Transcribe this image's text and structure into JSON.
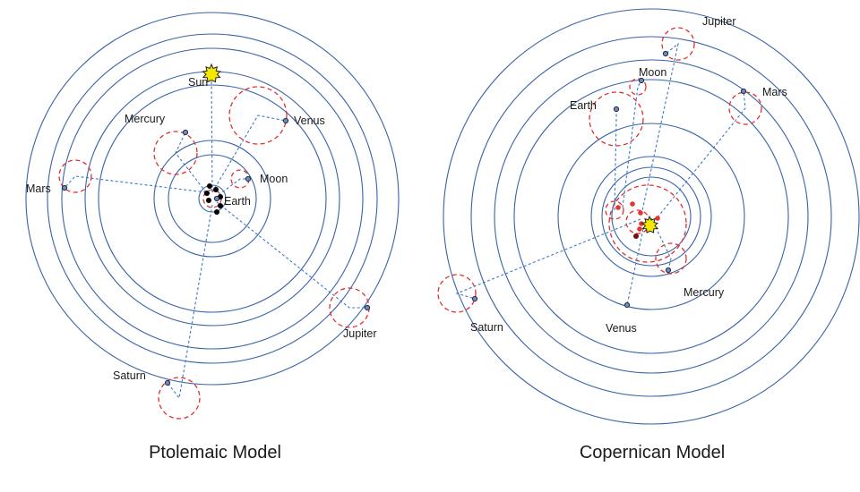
{
  "ptolemaic": {
    "caption": "Ptolemaic Model",
    "labels": {
      "sun": "Sun",
      "mercury": "Mercury",
      "venus": "Venus",
      "mars": "Mars",
      "moon": "Moon",
      "earth": "Earth",
      "jupiter": "Jupiter",
      "saturn": "Saturn"
    }
  },
  "copernican": {
    "caption": "Copernican Model",
    "labels": {
      "jupiter": "Jupiter",
      "moon": "Moon",
      "earth": "Earth",
      "mars": "Mars",
      "mercury": "Mercury",
      "saturn": "Saturn",
      "venus": "Venus"
    }
  },
  "colors": {
    "orbit": "#3a62a7",
    "epicycle": "#e0302e",
    "link": "#3b78c9",
    "planet": "#6f8bb8",
    "sun": "#f5e800"
  }
}
